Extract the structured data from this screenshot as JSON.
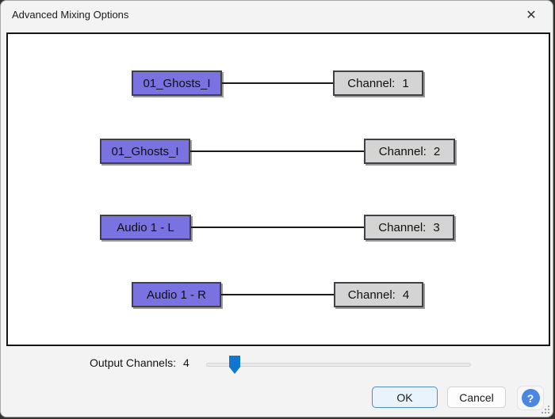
{
  "window": {
    "title": "Advanced Mixing Options",
    "close_icon": "✕"
  },
  "mixer": {
    "rows": [
      {
        "source": "01_Ghosts_I",
        "channel_label": "Channel:",
        "channel_number": "1"
      },
      {
        "source": "01_Ghosts_I",
        "channel_label": "Channel:",
        "channel_number": "2"
      },
      {
        "source": "Audio 1 - L",
        "channel_label": "Channel:",
        "channel_number": "3"
      },
      {
        "source": "Audio 1 - R",
        "channel_label": "Channel:",
        "channel_number": "4"
      }
    ]
  },
  "output": {
    "label": "Output Channels:",
    "value": "4"
  },
  "buttons": {
    "ok": "OK",
    "cancel": "Cancel",
    "help": "?"
  },
  "colors": {
    "source_box": "#7a72e0",
    "channel_box": "#d4d4d4",
    "slider_thumb": "#1176d2",
    "ok_border": "#4f8cbf",
    "help_circle": "#4b87e0"
  }
}
